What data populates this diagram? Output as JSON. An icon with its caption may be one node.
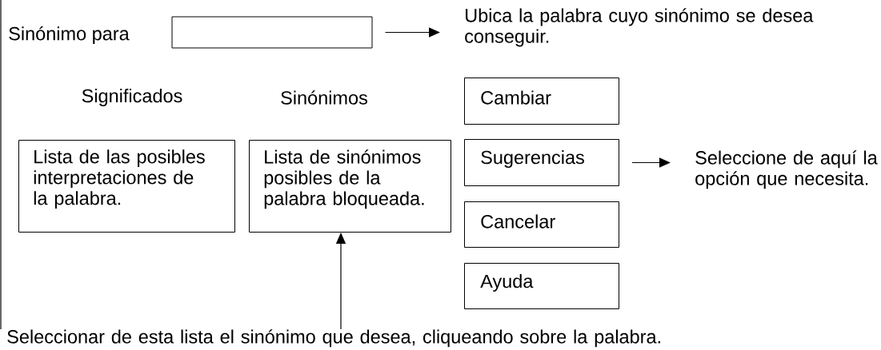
{
  "diagram": {
    "nodes": [
      {
        "text": [],
        "shape": "box"
      },
      {
        "text": [
          "Ubica la palabra cuyo sinónimo se desea conseguir."
        ]
      },
      {
        "text": [
          "Significados",
          "Lista de las posibles interpretaciones de la palabra."
        ]
      },
      {
        "text": [
          "Sinónimos",
          "Lista de sinónimos posibles de la palabra bloqueada."
        ]
      },
      {
        "text": [
          "Cambiar"
        ]
      },
      {
        "text": [
          "Sugerencias"
        ]
      },
      {
        "text": [
          "Cancelar"
        ]
      },
      {
        "text": [
          "Ayuda"
        ]
      },
      {
        "text": [
          "Seleccione de aquí la opción que necesita."
        ]
      },
      {
        "text": [
          "Seleccionar de esta lista el sinónimo que desea, cliqueando sobre la palabra."
        ]
      }
    ],
    "edges": [
      {
        "from": 0,
        "to": 1,
        "arrow": "to"
      },
      {
        "from": 5,
        "to": 8,
        "arrow": "to"
      },
      {
        "from": 9,
        "to": 3,
        "arrow": "to"
      }
    ],
    "labels": [
      "Sinónimo para"
    ]
  }
}
